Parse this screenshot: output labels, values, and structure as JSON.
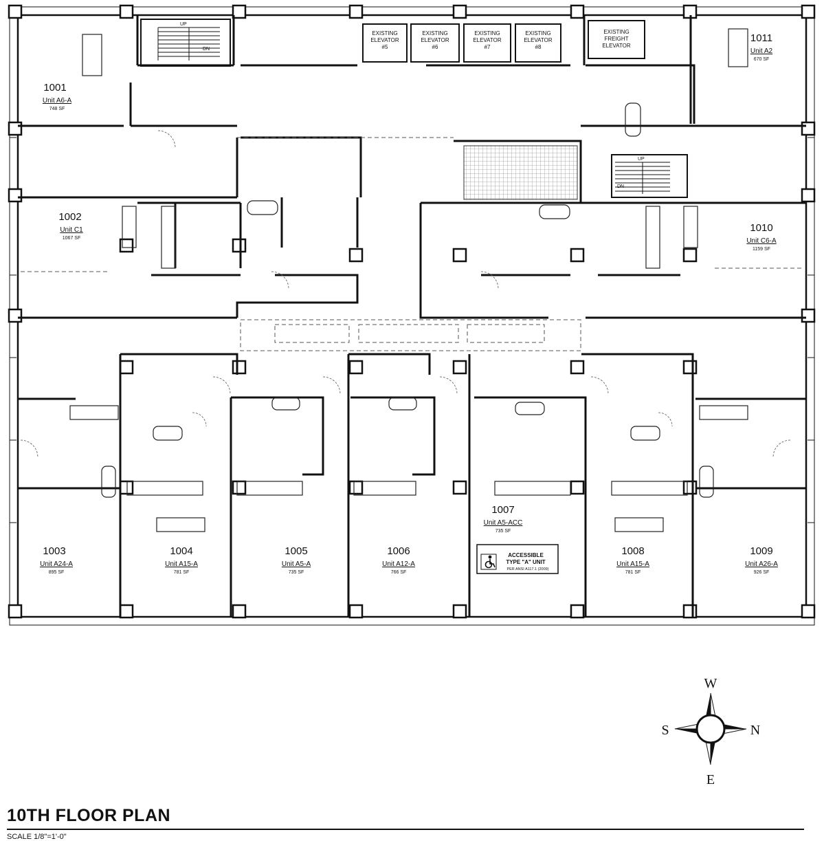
{
  "elevators": [
    {
      "label1": "EXISTING",
      "label2": "ELEVATOR",
      "label3": "#5"
    },
    {
      "label1": "EXISTING",
      "label2": "ELEVATOR",
      "label3": "#6"
    },
    {
      "label1": "EXISTING",
      "label2": "ELEVATOR",
      "label3": "#7"
    },
    {
      "label1": "EXISTING",
      "label2": "ELEVATOR",
      "label3": "#8"
    },
    {
      "label1": "EXISTING",
      "label2": "FREIGHT",
      "label3": "ELEVATOR"
    }
  ],
  "stairs": {
    "up": "UP",
    "down": "DN"
  },
  "units": [
    {
      "number": "1001",
      "type": "Unit A6-A",
      "area": "748 SF"
    },
    {
      "number": "1011",
      "type": "Unit A2",
      "area": "670 SF"
    },
    {
      "number": "1002",
      "type": "Unit C1",
      "area": "1067 SF"
    },
    {
      "number": "1010",
      "type": "Unit C6-A",
      "area": "1159 SF"
    },
    {
      "number": "1003",
      "type": "Unit A24-A",
      "area": "895 SF"
    },
    {
      "number": "1004",
      "type": "Unit A15-A",
      "area": "781 SF"
    },
    {
      "number": "1005",
      "type": "Unit A5-A",
      "area": "735 SF"
    },
    {
      "number": "1006",
      "type": "Unit A12-A",
      "area": "766 SF"
    },
    {
      "number": "1007",
      "type": "Unit A5-ACC",
      "area": "735 SF"
    },
    {
      "number": "1008",
      "type": "Unit A15-A",
      "area": "781 SF"
    },
    {
      "number": "1009",
      "type": "Unit A26-A",
      "area": "926 SF"
    }
  ],
  "accessible": {
    "line1": "ACCESSIBLE",
    "line2": "TYPE \"A\" UNIT",
    "line3": "PER ANSI A117.1 (2009)"
  },
  "compass": {
    "w": "W",
    "s": "S",
    "n": "N",
    "e": "E"
  },
  "title": "10TH FLOOR PLAN",
  "scale": "SCALE 1/8\"=1'-0\""
}
